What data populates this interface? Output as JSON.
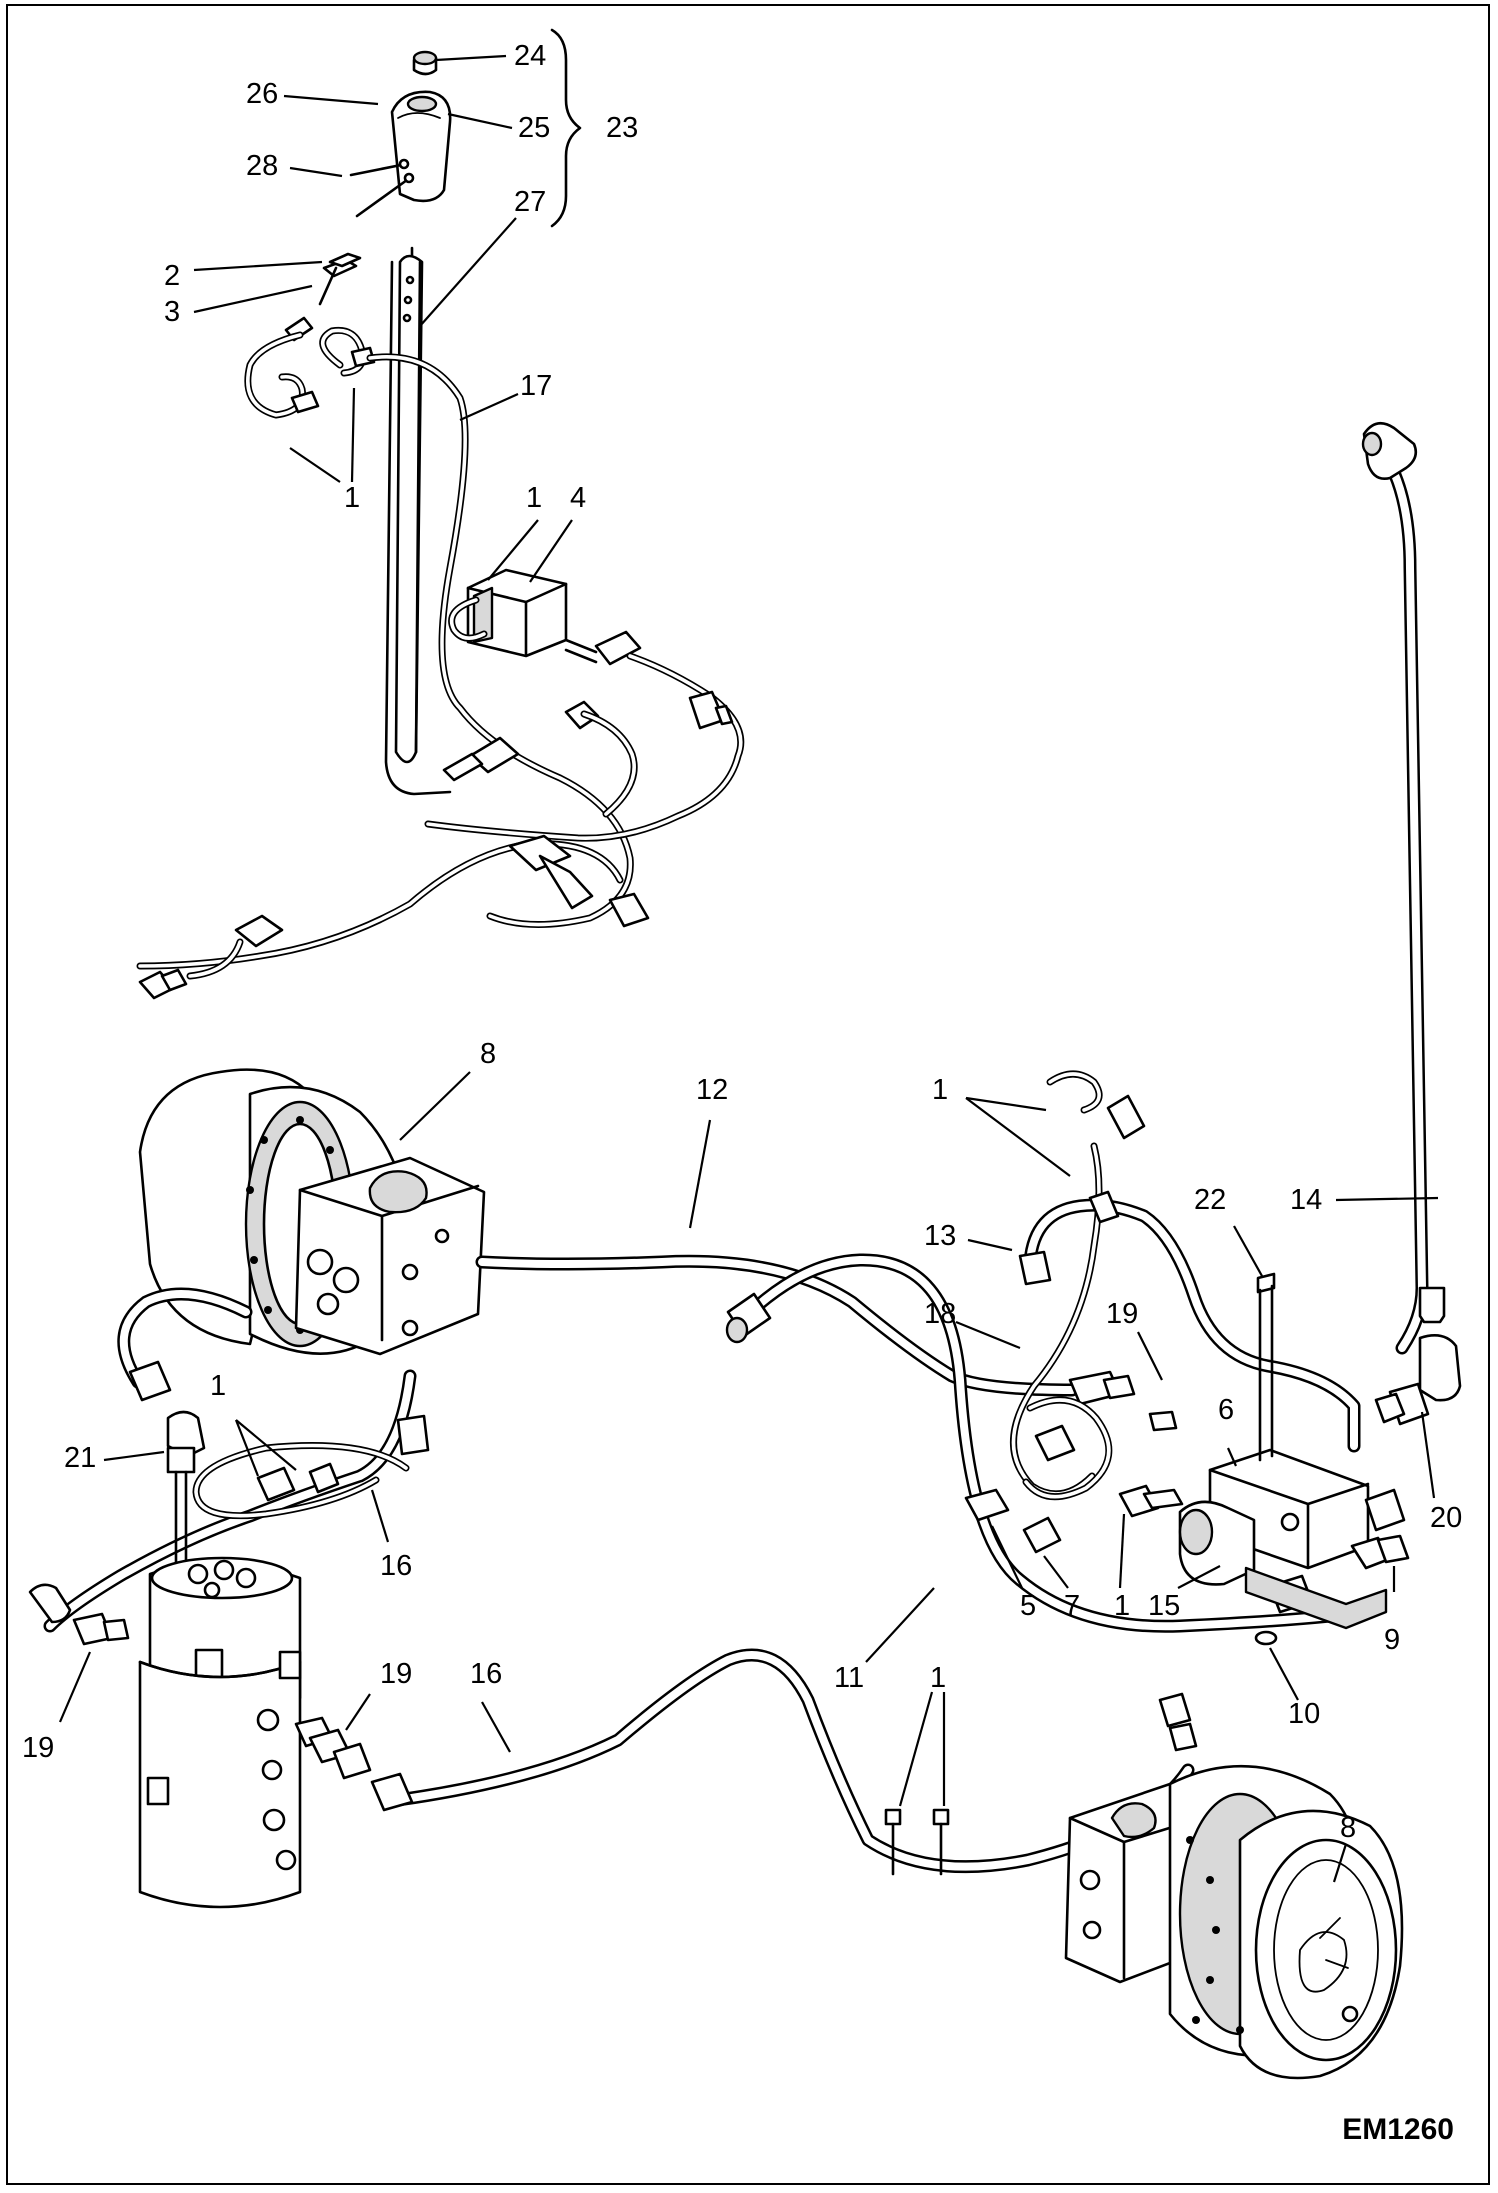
{
  "drawing_id": "EM1260",
  "callouts": [
    "24",
    "26",
    "25",
    "23",
    "28",
    "27",
    "2",
    "3",
    "17",
    "1",
    "1",
    "4",
    "8",
    "12",
    "1",
    "13",
    "22",
    "14",
    "18",
    "19",
    "1",
    "21",
    "6",
    "20",
    "16",
    "5",
    "7",
    "1",
    "15",
    "9",
    "19",
    "16",
    "19",
    "11",
    "1",
    "10",
    "8"
  ],
  "colors": {
    "ink": "#000000",
    "paper": "#ffffff",
    "shade": "#d9d9d9"
  }
}
